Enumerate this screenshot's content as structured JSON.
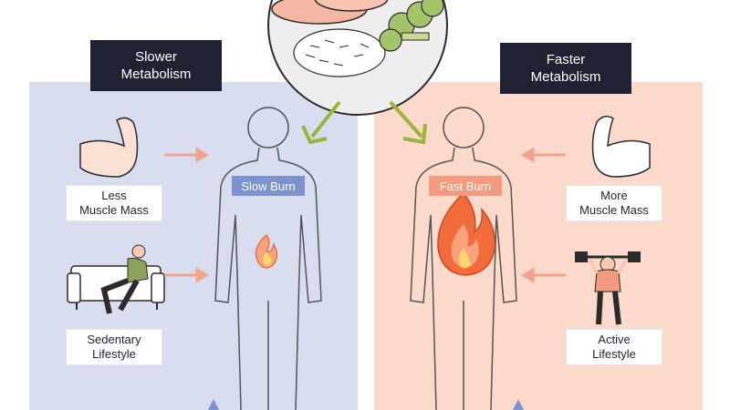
{
  "left_panel": {
    "title": "Slower\nMetabolism",
    "burn_label": "Slow Burn",
    "cause1": "Less\nMuscle Mass",
    "cause2": "Sedentary\nLifestyle"
  },
  "right_panel": {
    "title": "Faster\nMetabolism",
    "burn_label": "Fast Burn",
    "cause1": "More\nMuscle Mass",
    "cause2": "Active\nLifestyle"
  },
  "colors": {
    "left_bg": "#d8ddf0",
    "right_bg": "#fbd9cb",
    "title_bg": "#1f2233",
    "slow_tag": "#7c93cf",
    "fast_tag": "#f39a7f",
    "arrow_green": "#9bb53a",
    "arrow_orange": "#f0a48c",
    "flame": "#f26b3a"
  },
  "icons": [
    "food-plate-icon",
    "bicep-icon",
    "couch-person-icon",
    "dumbbell-person-icon",
    "flame-icon",
    "human-body-icon"
  ]
}
